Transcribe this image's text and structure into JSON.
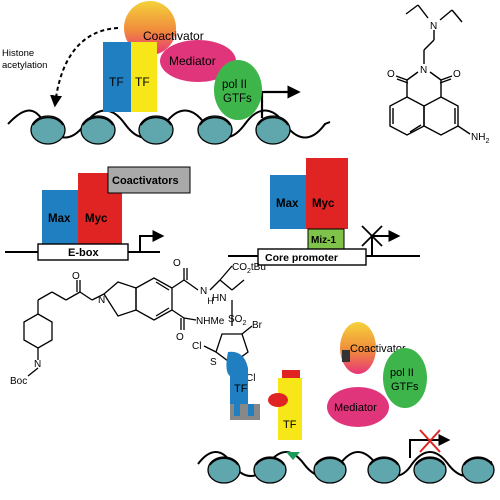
{
  "panel_top": {
    "coactivator": "Coactivator",
    "mediator": "Mediator",
    "pol2_line1": "pol II",
    "pol2_line2": "GTFs",
    "tf_left": "TF",
    "tf_right": "TF",
    "histone_line1": "Histone",
    "histone_line2": "acetylation"
  },
  "panel_ebox": {
    "max": "Max",
    "myc": "Myc",
    "coactivators": "Coactivators",
    "ebox": "E-box"
  },
  "panel_miz": {
    "max": "Max",
    "myc": "Myc",
    "miz": "Miz-1",
    "core_promoter": "Core promoter"
  },
  "naphthalimide": {
    "nh2": "NH",
    "nh2_sub": "2",
    "n_imide": "N",
    "n_amine": "N"
  },
  "molecule": {
    "o1": "O",
    "o2": "O",
    "o3": "O",
    "o4": "O",
    "o5": "O",
    "n_iso": "N",
    "nh_amide": "H",
    "nh_amide_n": "N",
    "co2tbu": "CO",
    "co2tbu_sub": "2",
    "co2tbu_tail": "tBu",
    "hn": "HN",
    "so2": "SO",
    "so2_sub": "2",
    "nhme": "NHMe",
    "br": "Br",
    "cl1": "Cl",
    "cl2": "Cl",
    "s": "S",
    "n_pip": "N",
    "boc": "Boc"
  },
  "panel_bottom": {
    "coactivator": "Coactivator",
    "mediator": "Mediator",
    "pol2_line1": "pol II",
    "pol2_line2": "GTFs",
    "tf_blue": "TF",
    "tf_yellow": "TF"
  }
}
